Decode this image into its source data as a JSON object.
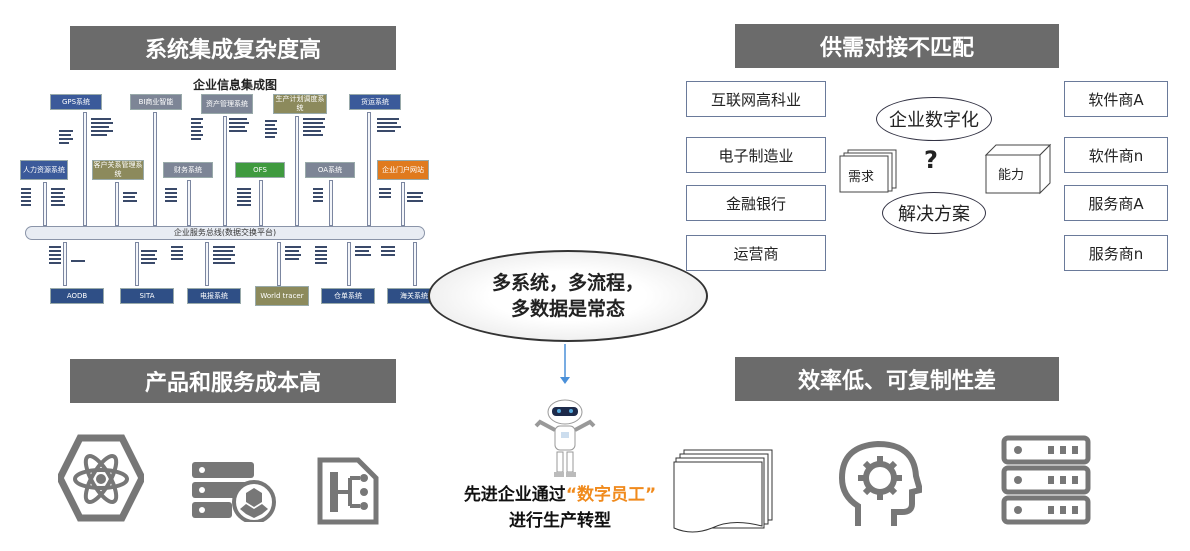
{
  "banners": {
    "top_left": "系统集成复杂度高",
    "top_right": "供需对接不匹配",
    "bottom_left": "产品和服务成本高",
    "bottom_right": "效率低、可复制性差"
  },
  "integration": {
    "title": "企业信息集成图",
    "bus_label": "企业服务总线(数据交换平台)",
    "top_systems": [
      "GPS系统",
      "BI商业智能",
      "资产管理系统",
      "生产计划调度系统",
      "货运系统"
    ],
    "mid_systems": [
      "人力资源系统",
      "客户关系管理系统",
      "财务系统",
      "OFS",
      "OA系统",
      "企业门户网站"
    ],
    "bottom_systems": [
      "AODB",
      "SITA",
      "电报系统",
      "World tracer",
      "仓单系统",
      "海关系统"
    ]
  },
  "supply": {
    "left": [
      "互联网高科业",
      "电子制造业",
      "金融银行",
      "运营商"
    ],
    "right": [
      "软件商A",
      "软件商n",
      "服务商A",
      "服务商n"
    ],
    "center_top": "企业数字化",
    "center_bottom": "解决方案",
    "demand": "需求",
    "ability": "能力",
    "question": "?"
  },
  "bubble": {
    "line1": "多系统，多流程，",
    "line2": "多数据是常态"
  },
  "bottom": {
    "pre": "先进企业通过",
    "quote_open": "“",
    "highlight": "数字员工",
    "quote_close": "”",
    "line2": "进行生产转型"
  },
  "icons": [
    "atom-hex-icon",
    "server-cubes-icon",
    "flow-document-icon",
    "document-stack-icon",
    "head-gear-icon",
    "server-rack-icon"
  ]
}
